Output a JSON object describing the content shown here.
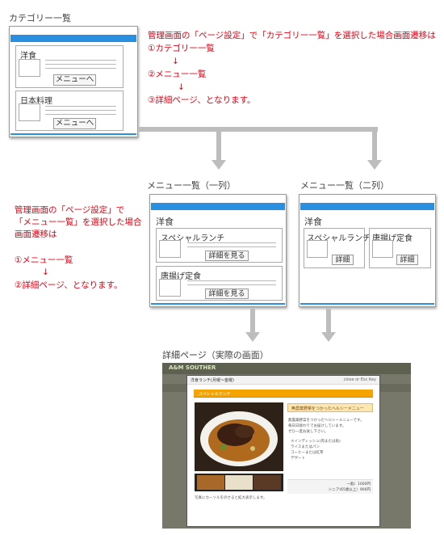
{
  "category": {
    "title": "カテゴリー一覧",
    "items": [
      {
        "name": "洋食",
        "button": "メニューへ"
      },
      {
        "name": "日本料理",
        "button": "メニューへ"
      }
    ]
  },
  "note_top": {
    "line1": "管理画面の「ページ設定」で「カテゴリー一覧」を選択した場合画面遷移は",
    "line2": "①カテゴリー一覧",
    "arrow1": "↓",
    "line3": "②メニュー一覧",
    "arrow2": "↓",
    "line4": "③詳細ページ、となります。"
  },
  "note_left": {
    "line1": "管理画面の「ページ設定」で",
    "line2": "「メニュー一覧」を選択した場合",
    "line3": "画面遷移は",
    "line4": "①メニュー一覧",
    "arrow": "↓",
    "line5": "②詳細ページ、となります。"
  },
  "menu_one": {
    "title": "メニュー一覧（一列）",
    "heading": "洋食",
    "items": [
      {
        "name": "スペシャルランチ",
        "button": "詳細を見る"
      },
      {
        "name": "唐揚げ定食",
        "button": "詳細を見る"
      }
    ]
  },
  "menu_two": {
    "title": "メニュー一覧（二列）",
    "heading": "洋食",
    "items": [
      {
        "name": "スペシャルランチ",
        "button": "詳細"
      },
      {
        "name": "唐揚げ定食",
        "button": "詳細"
      }
    ]
  },
  "detail": {
    "title": "詳細ページ（実際の画面）",
    "bg_logo": "A&M SOUTHER",
    "modal_title": "洋食ランチ(月曜〜金曜)",
    "close": "close or Esc Key",
    "bar": "スペシャルランチ",
    "subtitle": "無農薬野菜をつかったヘルシーメニュー",
    "desc1": "無農薬野菜をつかったヘルシーメニューです。",
    "desc2": "毎日日替わりでお届けしています。",
    "desc3": "ぜひ一度お試し下さい。",
    "items": [
      "メインディッシュ(肉または魚)",
      "ライスまたはパン",
      "コーヒーまたは紅茶",
      "デザート"
    ],
    "price1": "一般）1000円",
    "price2": "シニア(65歳以上）900円",
    "tip": "写真にカーソルをのせると拡大表示します。"
  },
  "colors": {
    "accent": "#2a8fe0",
    "note": "#e60012",
    "arrow": "#bdbdbd",
    "bar": "#f5a300"
  }
}
